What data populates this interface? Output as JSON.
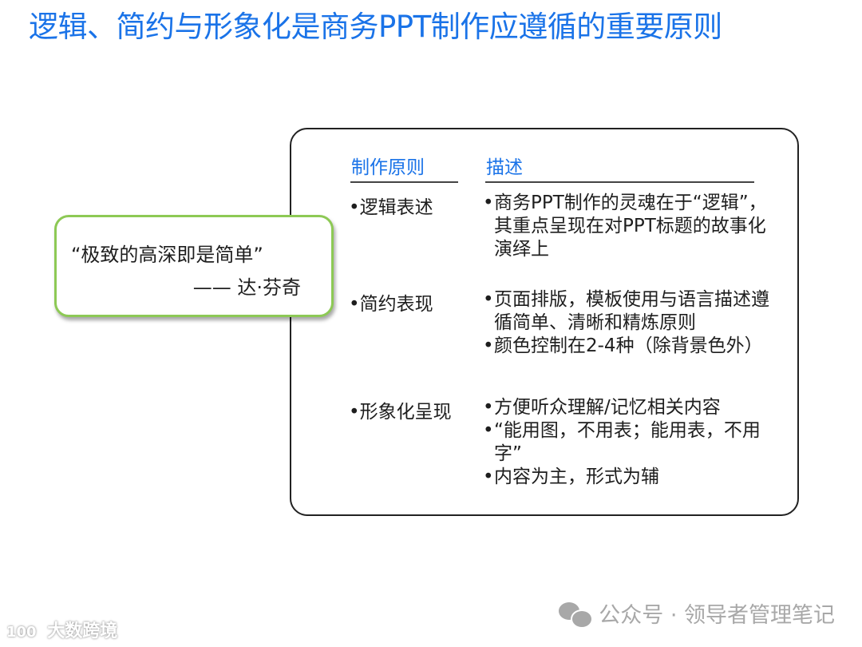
{
  "slide": {
    "title": "逻辑、简约与形象化是商务PPT制作应遵循的重要原则",
    "quote": {
      "text": "“极致的高深即是简单”",
      "author": "—— 达·芬奇"
    },
    "table": {
      "headers": {
        "principle": "制作原则",
        "description": "描述"
      },
      "rows": [
        {
          "principle": "•逻辑表述",
          "descriptions": [
            "商务PPT制作的灵魂在于“逻辑”，其重点呈现在对PPT标题的故事化演绎上"
          ]
        },
        {
          "principle": "•简约表现",
          "descriptions": [
            "页面排版，模板使用与语言描述遵循简单、清晰和精炼原则",
            "颜色控制在2-4种（除背景色外）"
          ]
        },
        {
          "principle": "•形象化呈现",
          "descriptions": [
            "方便听众理解/记忆相关内容",
            "“能用图，不用表；能用表，不用字”",
            "内容为主，形式为辅"
          ]
        }
      ]
    }
  },
  "watermarks": {
    "wechat": {
      "icon": "wechat-icon",
      "text": "公众号 · 领导者管理笔记"
    },
    "brand": {
      "logo": "100",
      "text": "大数跨境"
    }
  },
  "colors": {
    "title": "#1a73e8",
    "header": "#1a73e8",
    "quote_border": "#8dc955",
    "box_border": "#222222",
    "watermark": "#a8a8a8"
  }
}
